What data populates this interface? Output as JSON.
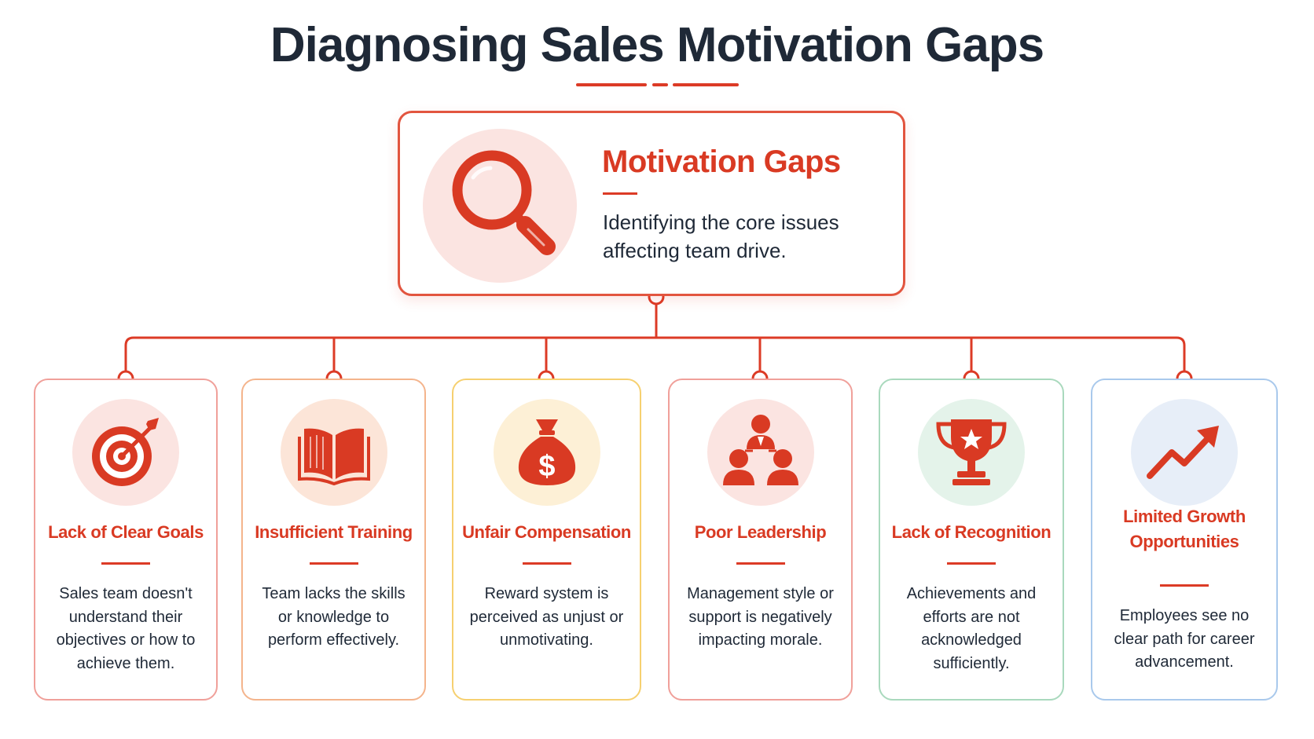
{
  "title": "Diagnosing Sales Motivation Gaps",
  "colors": {
    "accent": "#dc3b26",
    "text": "#1f2937",
    "card_borders": [
      "#f0a09a",
      "#f4b48c",
      "#f6d070",
      "#f0a09a",
      "#a9d9bd",
      "#a9c9ec"
    ],
    "icon_backgrounds": [
      "#fbe4e1",
      "#fce5d8",
      "#fdf0d6",
      "#fbe4e1",
      "#e4f3ea",
      "#e7eef8"
    ]
  },
  "main": {
    "icon": "magnifying-glass-icon",
    "title": "Motivation Gaps",
    "description": "Identifying the core issues affecting team drive."
  },
  "cards": [
    {
      "icon": "target-icon",
      "title": "Lack of Clear Goals",
      "description": "Sales team doesn't understand their objectives or how to achieve them."
    },
    {
      "icon": "book-icon",
      "title": "Insufficient Training",
      "description": "Team lacks the skills or knowledge to perform effectively."
    },
    {
      "icon": "money-bag-icon",
      "title": "Unfair Compensation",
      "description": "Reward system is perceived as unjust or unmotivating."
    },
    {
      "icon": "team-leader-icon",
      "title": "Poor Leadership",
      "description": "Management style or support is negatively impacting morale."
    },
    {
      "icon": "trophy-icon",
      "title": "Lack of Recognition",
      "description": "Achievements and efforts are not acknowledged sufficiently."
    },
    {
      "icon": "growth-arrow-icon",
      "title": "Limited Growth Opportunities",
      "description": "Employees see no clear path for career advancement."
    }
  ]
}
